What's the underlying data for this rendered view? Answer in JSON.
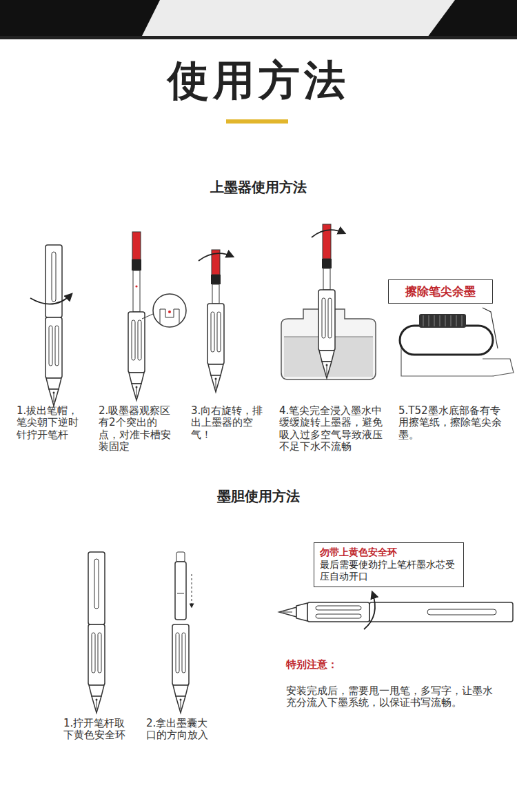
{
  "diagram": {
    "title": "使用方法",
    "nodes": [
      {
        "text": [
          "擦除笔尖余墨"
        ]
      },
      {
        "text": [
          "勿带上黄色安全环",
          "最后需要使劲拧上笔杆墨水芯受压自动开口"
        ]
      }
    ],
    "labels": [
      "上墨器使用方法",
      "1.拔出笔帽，笔尖朝下逆时针拧开笔杆",
      "2.吸墨器观察区有2个突出的点，对准卡槽安装固定",
      "3.向右旋转，排出上墨器的空气！",
      "4.笔尖完全浸入墨水中缓缓旋转上墨器，避免吸入过多空气导致液压不足下水不流畅",
      "5.T52墨水底部备有专用擦笔纸，擦除笔尖余墨。",
      "墨胆使用方法",
      "1.拧开笔杆取下黄色安全环",
      "2.拿出墨囊大口的方向放入",
      "特别注意：",
      "安装完成后，需要甩一甩笔，多写字，让墨水充分流入下墨系统，以保证书写流畅。"
    ]
  }
}
